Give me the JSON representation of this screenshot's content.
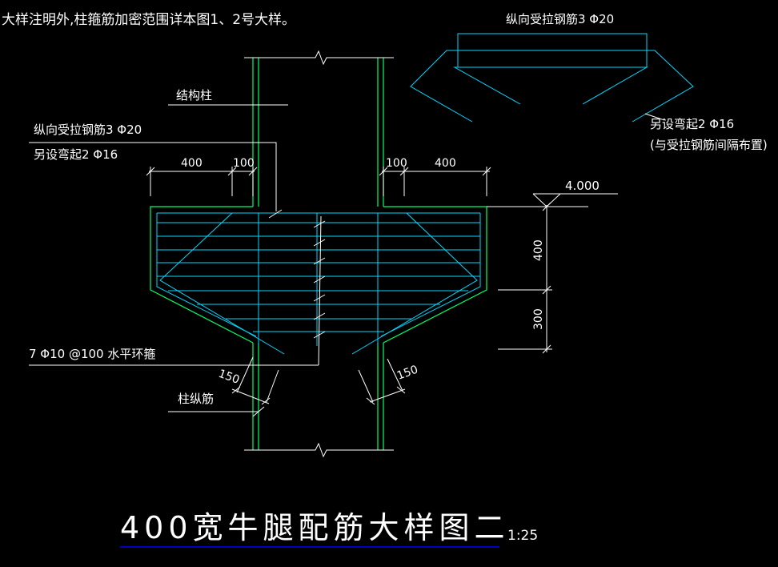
{
  "header_note": "大样注明外,柱箍筋加密范围详本图1、2号大样。",
  "labels": {
    "structural_column": "结构柱",
    "top_right_rebar": "纵向受拉钢筋3 Φ20",
    "left_rebar_1": "纵向受拉钢筋3 Φ20",
    "left_rebar_2": "另设弯起2 Φ16",
    "right_bent_1": "另设弯起2 Φ16",
    "right_bent_2": "(与受拉钢筋间隔布置)",
    "hoops": "7 Φ10 @100 水平环箍",
    "column_longitudinal": "柱纵筋"
  },
  "dimensions": {
    "d400_left": "400",
    "d100_left": "100",
    "d100_right": "100",
    "d400_right": "400",
    "elevation": "4.000",
    "v400": "400",
    "v300": "300",
    "d150_left": "150",
    "d150_right": "150"
  },
  "title": {
    "main": "400宽牛腿配筋大样图二",
    "scale": "1:25"
  },
  "colors": {
    "background": "#000000",
    "text": "#ffffff",
    "concrete": "#00ff66",
    "rebar": "#00d8ff",
    "title_underline": "#0000ff"
  }
}
